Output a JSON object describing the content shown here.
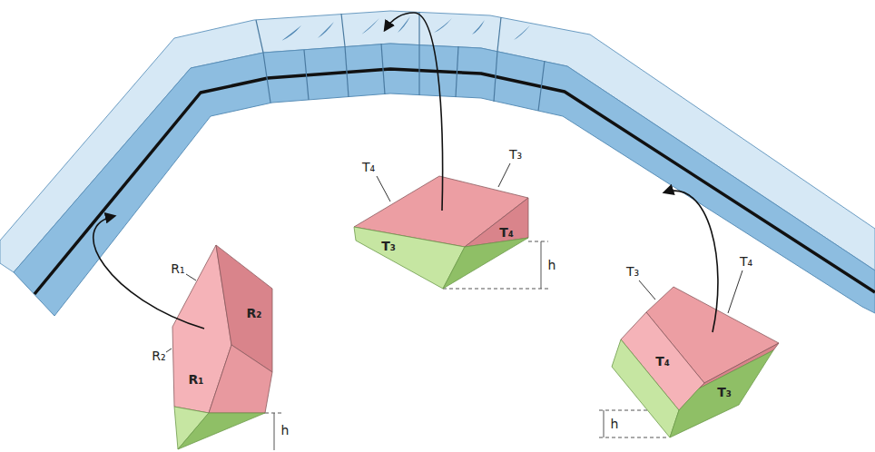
{
  "diagram": {
    "labels": [
      "R₁",
      "R₂",
      "R₂",
      "R₁",
      "h",
      "T₄",
      "T₃",
      "T₄",
      "T₃",
      "h",
      "T₃",
      "T₄",
      "T₄",
      "T₃",
      "h"
    ]
  }
}
